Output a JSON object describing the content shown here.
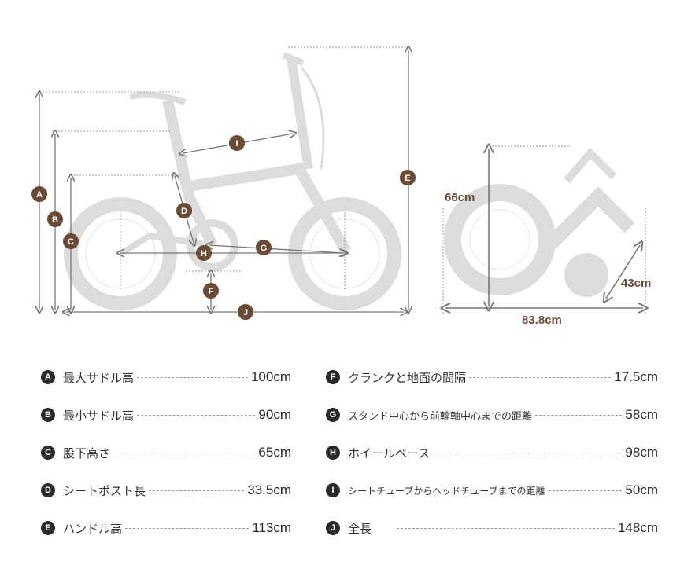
{
  "colors": {
    "badge_brown": "#6b4a36",
    "spec_icon_dark": "#2a2a2a",
    "bike_silhouette": "#dcdcdc",
    "dimension_line": "#777777"
  },
  "diagram": {
    "unfolded_badges": [
      "A",
      "B",
      "C",
      "D",
      "E",
      "F",
      "G",
      "H",
      "I",
      "J"
    ],
    "folded": {
      "height_label": "66cm",
      "depth_label": "43cm",
      "length_label": "83.8cm"
    }
  },
  "specs": [
    {
      "letter": "A",
      "label": "最大サドル高",
      "value": "100cm"
    },
    {
      "letter": "B",
      "label": "最小サドル高",
      "value": "90cm"
    },
    {
      "letter": "C",
      "label": "股下高さ",
      "value": "65cm"
    },
    {
      "letter": "D",
      "label": "シートポスト長",
      "value": "33.5cm"
    },
    {
      "letter": "E",
      "label": "ハンドル高",
      "value": "113cm"
    },
    {
      "letter": "F",
      "label": "クランクと地面の間隔",
      "value": "17.5cm"
    },
    {
      "letter": "G",
      "label": "スタンド中心から前輪軸中心までの距離",
      "value": "58cm"
    },
    {
      "letter": "H",
      "label": "ホイールベース",
      "value": "98cm"
    },
    {
      "letter": "I",
      "label": "シートチューブからヘッドチューブまでの距離",
      "value": "50cm"
    },
    {
      "letter": "J",
      "label": "全長",
      "value": "148cm"
    }
  ]
}
